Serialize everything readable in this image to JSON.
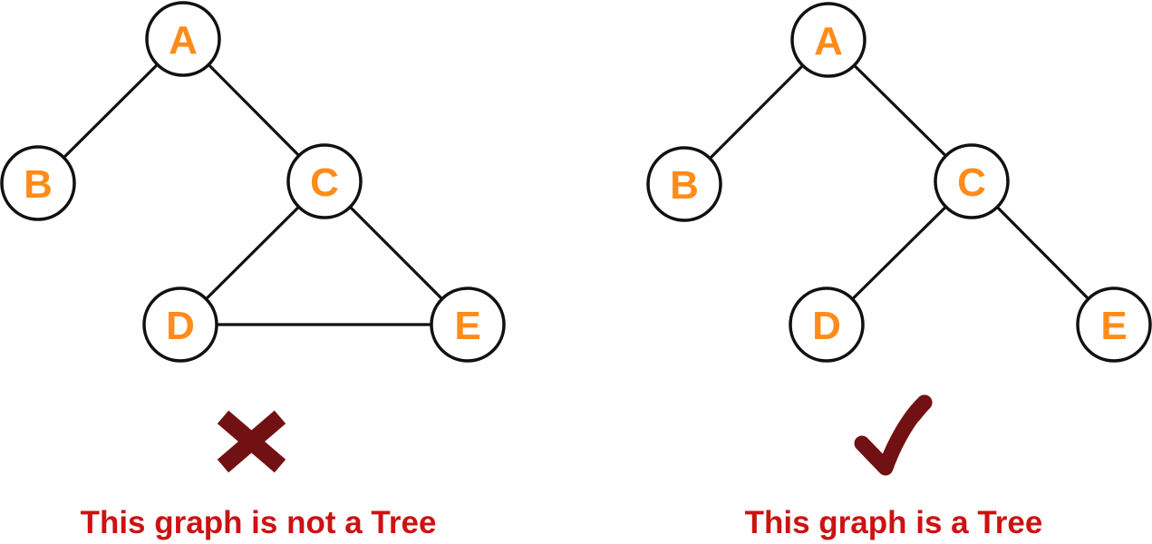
{
  "diagram": {
    "left": {
      "name": "graph-not-a-tree",
      "nodes": {
        "A": "A",
        "B": "B",
        "C": "C",
        "D": "D",
        "E": "E"
      },
      "edges": [
        "A-B",
        "A-C",
        "C-D",
        "C-E",
        "D-E"
      ],
      "verdict_icon": "x-mark",
      "caption": "This graph is not a Tree"
    },
    "right": {
      "name": "graph-is-a-tree",
      "nodes": {
        "A": "A",
        "B": "B",
        "C": "C",
        "D": "D",
        "E": "E"
      },
      "edges": [
        "A-B",
        "A-C",
        "C-D",
        "C-E"
      ],
      "verdict_icon": "check-mark",
      "caption": "This graph is a Tree"
    },
    "colors": {
      "line": "#111111",
      "node_fill": "#ffffff",
      "node_label": "#FF8C1A",
      "verdict_mark": "#721113",
      "caption": "#CC1212",
      "background": "#ffffff"
    }
  }
}
